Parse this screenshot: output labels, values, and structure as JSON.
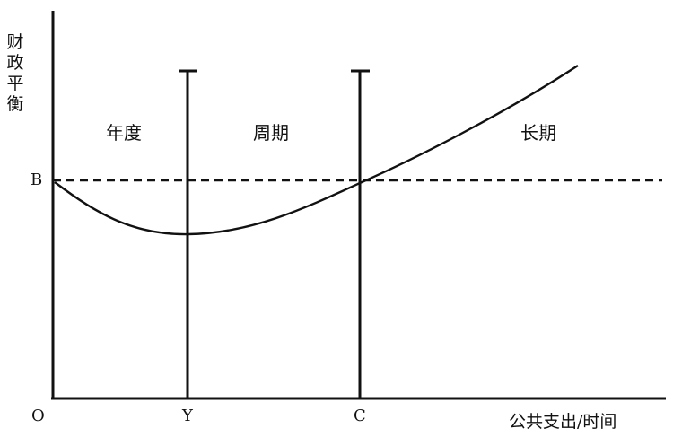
{
  "axes": {
    "y_label_chars": [
      "财",
      "政",
      "平",
      "衡"
    ],
    "x_label": "公共支出/时间",
    "origin": "O"
  },
  "reference_line": {
    "label": "B"
  },
  "markers": {
    "y": "Y",
    "c": "C"
  },
  "regions": {
    "annual": "年度",
    "cyclical": "周期",
    "long_term": "长期"
  }
}
